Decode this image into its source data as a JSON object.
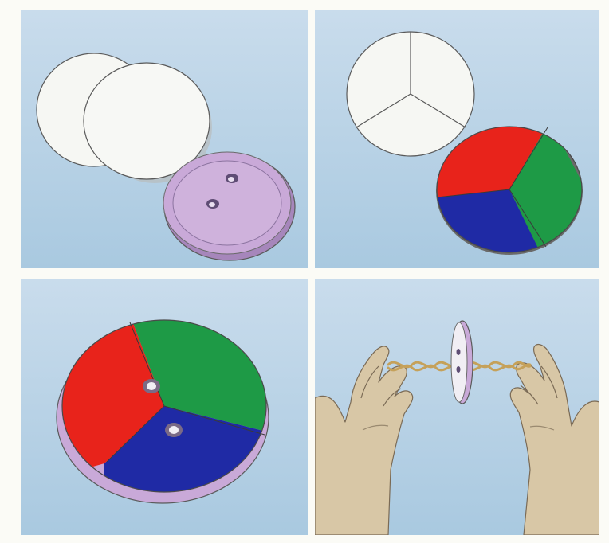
{
  "colors": {
    "panel_top": "#c7dbec",
    "panel_bottom": "#a8c8e0",
    "paper_white": "#f6f7f3",
    "outline": "#5a5a5a",
    "button_lilac": "#c9a9d8",
    "button_lilac_dark": "#a686bb",
    "sector_red": "#e8231b",
    "sector_green": "#1e9a46",
    "sector_blue": "#1f2aa5",
    "skin": "#d8c7a6",
    "string": "#c5a15a"
  },
  "panels": [
    {
      "step": 1,
      "depicts": [
        "paper-disc",
        "paper-disc",
        "two-hole-button"
      ]
    },
    {
      "step": 2,
      "depicts": [
        "paper-disc-divided-in-three",
        "color-disc-red-green-blue"
      ]
    },
    {
      "step": 3,
      "depicts": [
        "color-disc-glued-on-button"
      ]
    },
    {
      "step": 4,
      "depicts": [
        "left-hand",
        "twisted-string",
        "spinning-disc",
        "right-hand"
      ]
    }
  ],
  "icons": {
    "disc": "paper-disc-icon",
    "button": "button-icon",
    "color_wheel": "color-wheel-icon",
    "hands": "hand-icon",
    "string": "string-icon"
  }
}
